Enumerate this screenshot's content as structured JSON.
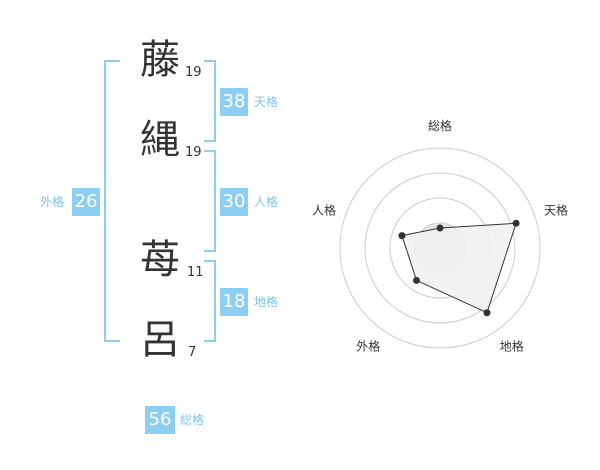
{
  "name": {
    "characters": [
      {
        "char": "藤",
        "strokes": "19"
      },
      {
        "char": "縄",
        "strokes": "19"
      },
      {
        "char": "苺",
        "strokes": "11"
      },
      {
        "char": "呂",
        "strokes": "7"
      }
    ]
  },
  "scores": {
    "tenkaku": {
      "value": "38",
      "label": "天格"
    },
    "jinkaku": {
      "value": "30",
      "label": "人格"
    },
    "chikaku": {
      "value": "18",
      "label": "地格"
    },
    "gaikaku": {
      "value": "26",
      "label": "外格"
    },
    "soukaku": {
      "value": "56",
      "label": "総格"
    }
  },
  "radar": {
    "axes": [
      "総格",
      "天格",
      "地格",
      "外格",
      "人格"
    ],
    "values": [
      0.2,
      0.8,
      0.8,
      0.4,
      0.4
    ],
    "rings": 4,
    "colors": {
      "ring": "#cccccc",
      "fill": "#f0f0f0",
      "line": "#333333",
      "accent": "#8dcff4"
    }
  }
}
